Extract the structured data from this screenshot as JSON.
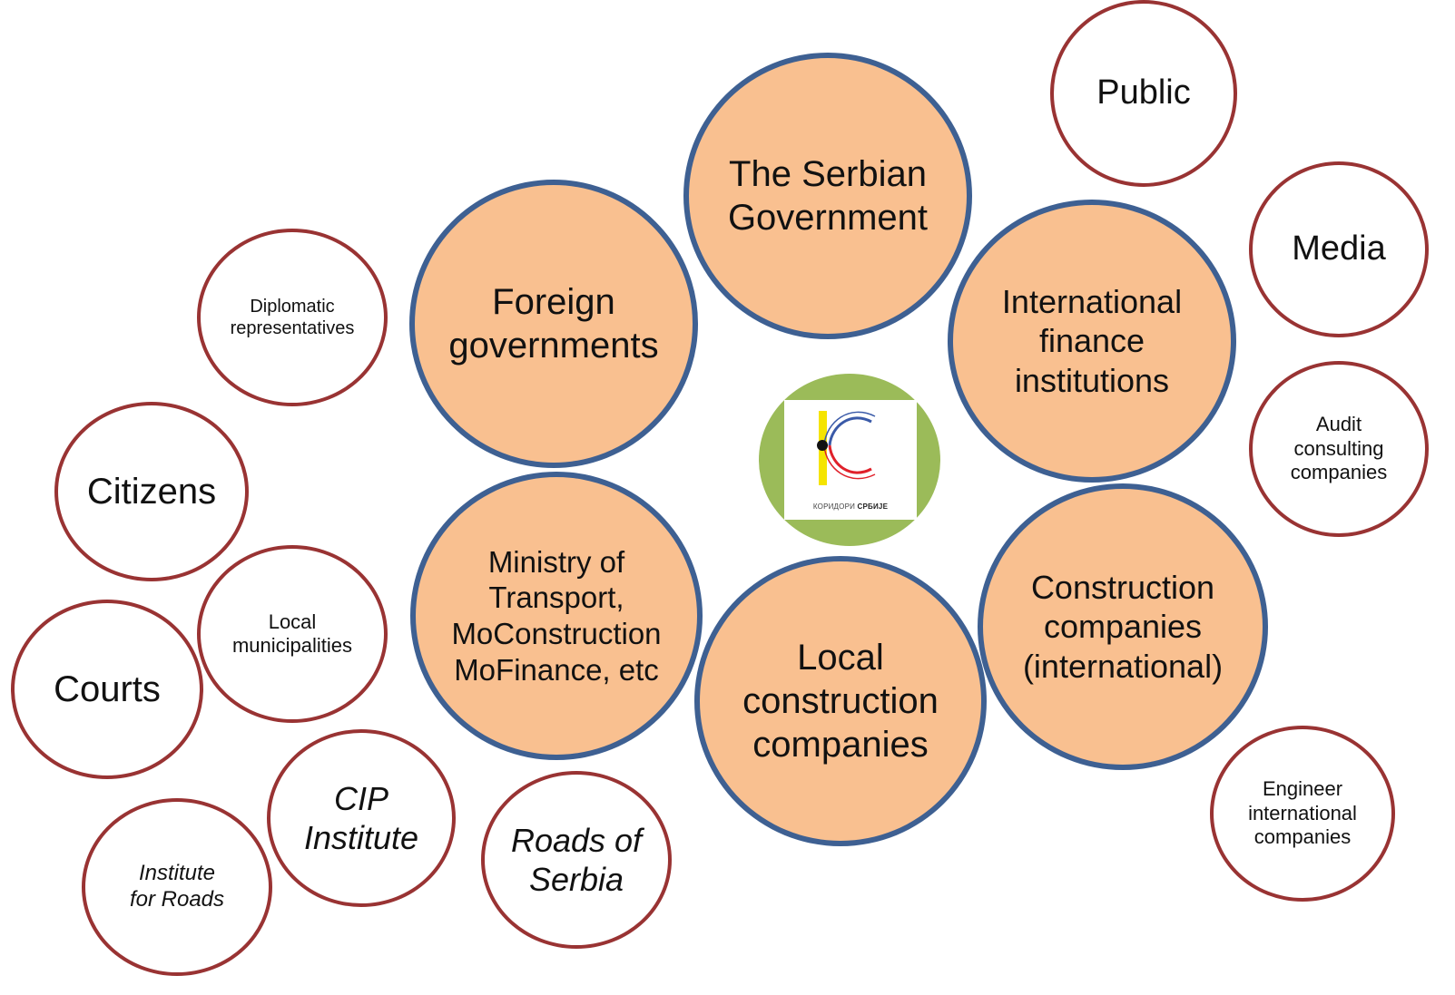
{
  "core_nodes": [
    {
      "label": "The Serbian\nGovernment"
    },
    {
      "label": "Foreign\ngovernments"
    },
    {
      "label": "International\nfinance\ninstitutions"
    },
    {
      "label": "Ministry of\nTransport,\nMoConstruction\nMoFinance, etc"
    },
    {
      "label": "Local\nconstruction\ncompanies"
    },
    {
      "label": "Construction\ncompanies\n(international)"
    }
  ],
  "outer_nodes": [
    {
      "label": "Public"
    },
    {
      "label": "Media"
    },
    {
      "label": "Audit\nconsulting\ncompanies"
    },
    {
      "label": "Engineer\ninternational\ncompanies"
    },
    {
      "label": "Diplomatic\nrepresentatives"
    },
    {
      "label": "Citizens"
    },
    {
      "label": "Local\nmunicipalities"
    },
    {
      "label": "Courts"
    },
    {
      "label": "CIP\nInstitute"
    },
    {
      "label": "Institute\nfor Roads"
    },
    {
      "label": "Roads of\nSerbia"
    }
  ],
  "logo": {
    "text_normal": "КОРИДОРИ ",
    "text_bold": "СРБИЈЕ"
  },
  "colors": {
    "core_fill": "#f9c090",
    "core_border": "#3e6092",
    "outer_border": "#993333",
    "logo_background": "#9bbb59",
    "logo_yellow": "#f5e400",
    "logo_blue": "#3a5aa8",
    "logo_red": "#e0202a"
  }
}
